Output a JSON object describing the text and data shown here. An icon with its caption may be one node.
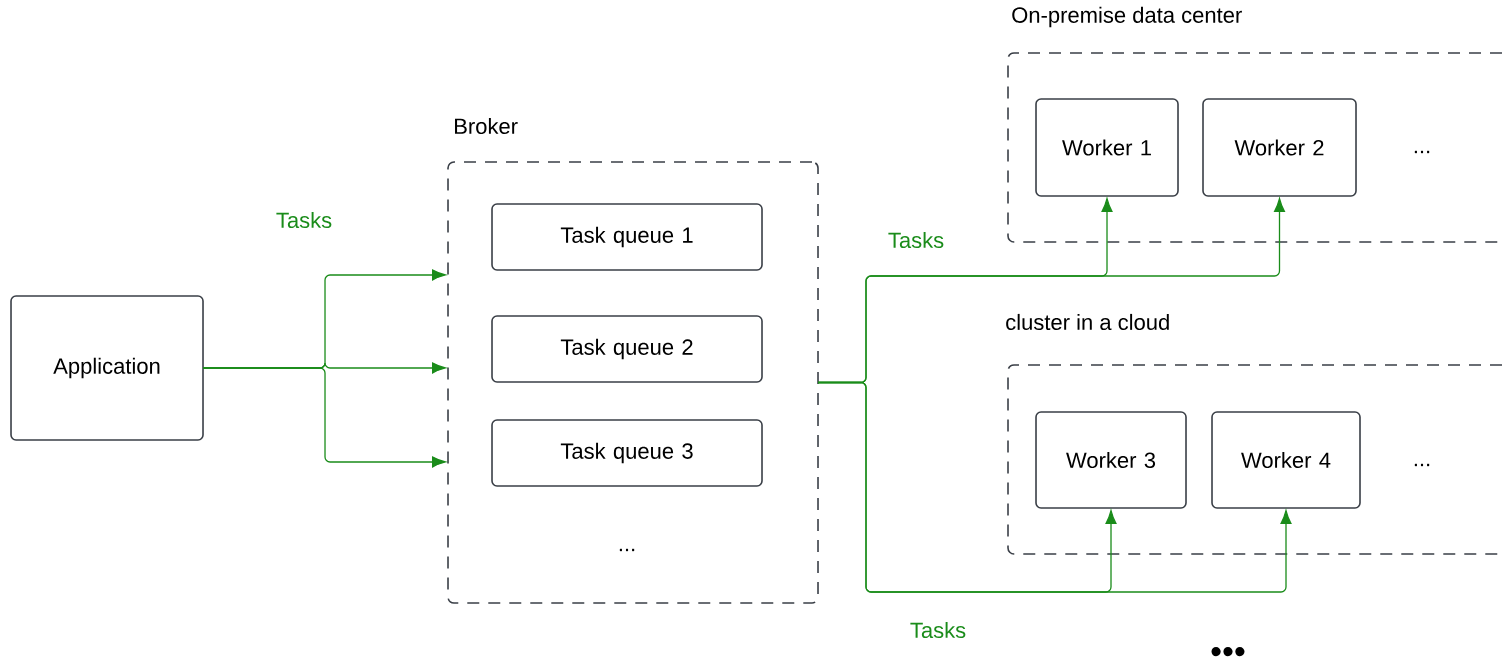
{
  "diagram": {
    "nodes": [
      {
        "text": [
          "Application"
        ]
      },
      {
        "text": [
          "Broker"
        ]
      },
      {
        "text": [
          "Task queue 1"
        ],
        "in": 1
      },
      {
        "text": [
          "Task queue 2"
        ],
        "in": 1
      },
      {
        "text": [
          "Task queue 3"
        ],
        "in": 1
      },
      {
        "text": [
          "On-premise data center"
        ]
      },
      {
        "text": [
          "Worker 1"
        ],
        "in": 5
      },
      {
        "text": [
          "Worker 2"
        ],
        "in": 5
      },
      {
        "text": [
          "cluster in a cloud"
        ]
      },
      {
        "text": [
          "Worker 3"
        ],
        "in": 8
      },
      {
        "text": [
          "Worker 4"
        ],
        "in": 8
      }
    ],
    "edges": [
      {
        "from": 0,
        "to": 1,
        "arrow": "to",
        "label": "Tasks"
      },
      {
        "from": 0,
        "to": 1,
        "arrow": "to"
      },
      {
        "from": 0,
        "to": 1,
        "arrow": "to"
      },
      {
        "from": 1,
        "to": 6,
        "arrow": "to",
        "label": "Tasks"
      },
      {
        "from": 1,
        "to": 7,
        "arrow": "to"
      },
      {
        "from": 1,
        "to": 9,
        "arrow": "to",
        "label": "Tasks"
      },
      {
        "from": 1,
        "to": 10,
        "arrow": "to"
      }
    ],
    "labels": [
      "...",
      "...",
      "...",
      "•••"
    ]
  }
}
